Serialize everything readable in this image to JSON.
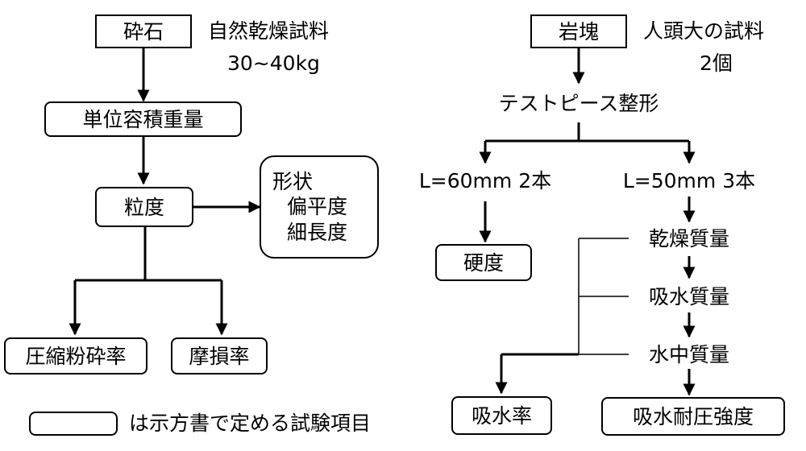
{
  "left": {
    "crushed_stone": "砕石",
    "crushed_stone_note_line1": "自然乾燥試料",
    "crushed_stone_note_line2": "30~40kg",
    "unit_volume_weight": "単位容積重量",
    "grading": "粒度",
    "shape_title": "形状",
    "flatness": "偏平度",
    "elongation": "細長度",
    "crushing_ratio": "圧縮粉砕率",
    "abrasion_ratio": "摩損率"
  },
  "right": {
    "rock_mass": "岩塊",
    "rock_note_line1": "人頭大の試料",
    "rock_note_line2": "2個",
    "test_piece": "テストピース整形",
    "branch_a": "L=60mm 2本",
    "branch_b": "L=50mm 3本",
    "hardness": "硬度",
    "dry_mass": "乾燥質量",
    "absorbed_mass": "吸水質量",
    "submerged_mass": "水中質量",
    "absorption_ratio": "吸水率",
    "saturated_strength": "吸水耐圧強度"
  },
  "legend": {
    "text": "は示方書で定める試験項目"
  }
}
